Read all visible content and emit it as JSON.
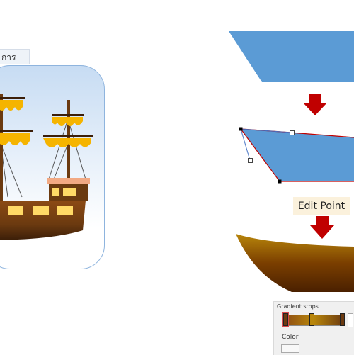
{
  "drawing_tab_label": "การวาด",
  "edit_point_label": "Edit Point",
  "gradient_panel": {
    "title": "Gradient stops",
    "color_label": "Color"
  },
  "colors": {
    "shape_blue": "#5b9bd5",
    "arrow_red": "#c00000",
    "hull_brown": "#7b3f00",
    "sail_yellow": "#f5b400"
  }
}
